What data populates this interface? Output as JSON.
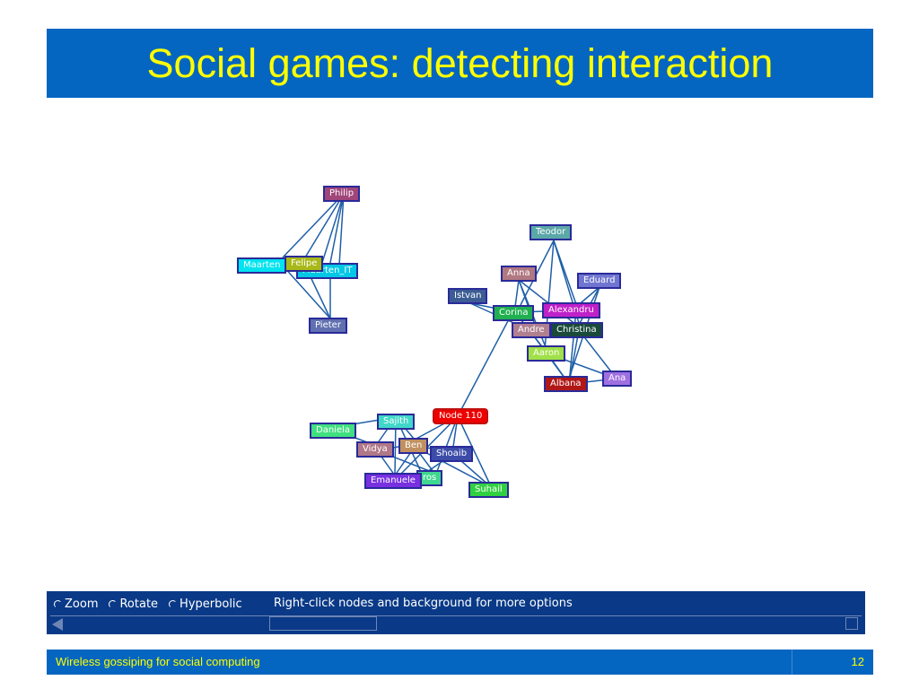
{
  "slide": {
    "title": "Social games: detecting interaction",
    "footer_text": "Wireless gossiping for social computing",
    "page_number": "12"
  },
  "graph": {
    "nodes": [
      {
        "label": "Philip",
        "color": "#a0467a"
      },
      {
        "label": "Maarten",
        "color": "#00e4f0"
      },
      {
        "label": "Maarten_IT",
        "color": "#00c8e6"
      },
      {
        "label": "Felipe",
        "color": "#a8b818"
      },
      {
        "label": "Pieter",
        "color": "#6070b0"
      },
      {
        "label": "Teodor",
        "color": "#5ca8a8"
      },
      {
        "label": "Anna",
        "color": "#b07880"
      },
      {
        "label": "Eduard",
        "color": "#7076d0"
      },
      {
        "label": "Istvan",
        "color": "#3c5c94"
      },
      {
        "label": "Alexandru",
        "color": "#c020c8"
      },
      {
        "label": "Corina",
        "color": "#20b050"
      },
      {
        "label": "Andre",
        "color": "#b08090"
      },
      {
        "label": "Christina",
        "color": "#1a4a3a"
      },
      {
        "label": "Aaron",
        "color": "#a0e048"
      },
      {
        "label": "Albana",
        "color": "#b01818"
      },
      {
        "label": "Ana",
        "color": "#a070e0"
      },
      {
        "label": "Node 110",
        "color": "#ee0000"
      },
      {
        "label": "Sajith",
        "color": "#40d8c8"
      },
      {
        "label": "Daniela",
        "color": "#40e080"
      },
      {
        "label": "Vidya",
        "color": "#b07888"
      },
      {
        "label": "Ben",
        "color": "#c09060"
      },
      {
        "label": "Shoaib",
        "color": "#3c4ca8"
      },
      {
        "label": "ros",
        "color": "#40d890"
      },
      {
        "label": "Emanuele",
        "color": "#7830e0"
      },
      {
        "label": "Suhail",
        "color": "#30d040"
      }
    ]
  },
  "controls": {
    "mode_options": [
      "Zoom",
      "Rotate",
      "Hyperbolic"
    ],
    "hint": "Right-click nodes and background for more options"
  }
}
